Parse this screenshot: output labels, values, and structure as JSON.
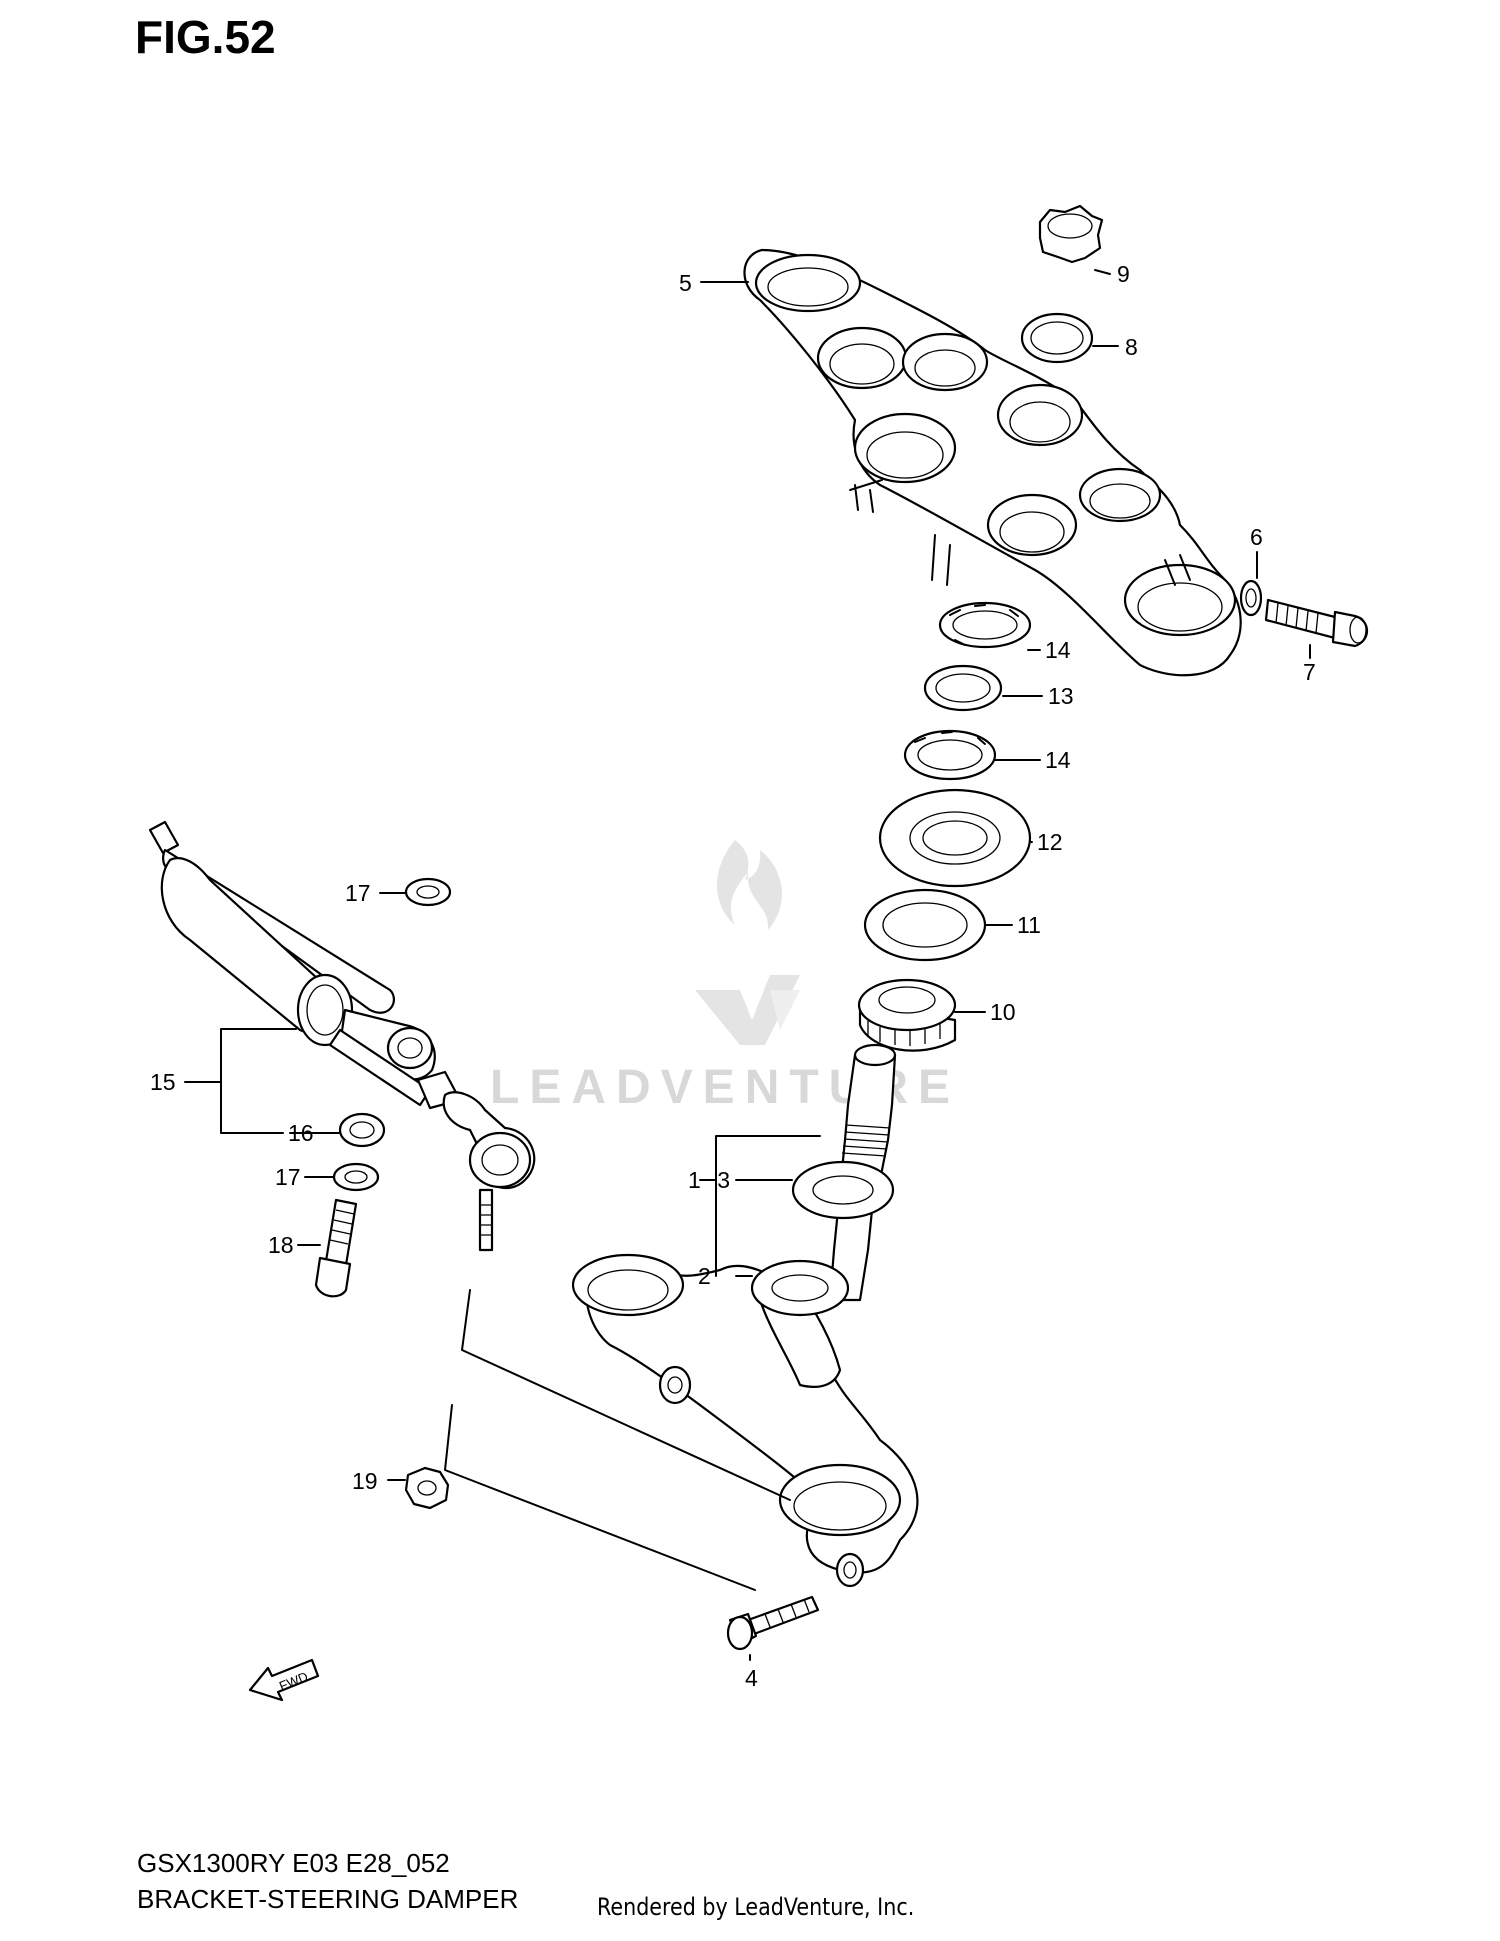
{
  "figure": {
    "title": "FIG.52",
    "caption_model": "GSX1300RY E03 E28_052",
    "caption_name": "BRACKET-STEERING DAMPER",
    "render_credit": "Rendered by LeadVenture, Inc.",
    "watermark_text": "LEADVENTURE",
    "direction_marker": "FWD"
  },
  "callouts": [
    {
      "id": "1",
      "label": "1"
    },
    {
      "id": "2",
      "label": "2"
    },
    {
      "id": "3",
      "label": "3"
    },
    {
      "id": "4",
      "label": "4"
    },
    {
      "id": "5",
      "label": "5"
    },
    {
      "id": "6",
      "label": "6"
    },
    {
      "id": "7",
      "label": "7"
    },
    {
      "id": "8",
      "label": "8"
    },
    {
      "id": "9",
      "label": "9"
    },
    {
      "id": "10",
      "label": "10"
    },
    {
      "id": "11",
      "label": "11"
    },
    {
      "id": "12",
      "label": "12"
    },
    {
      "id": "13",
      "label": "13"
    },
    {
      "id": "14a",
      "label": "14"
    },
    {
      "id": "14b",
      "label": "14"
    },
    {
      "id": "15",
      "label": "15"
    },
    {
      "id": "16",
      "label": "16"
    },
    {
      "id": "17a",
      "label": "17"
    },
    {
      "id": "17b",
      "label": "17"
    },
    {
      "id": "18",
      "label": "18"
    },
    {
      "id": "19",
      "label": "19"
    }
  ]
}
